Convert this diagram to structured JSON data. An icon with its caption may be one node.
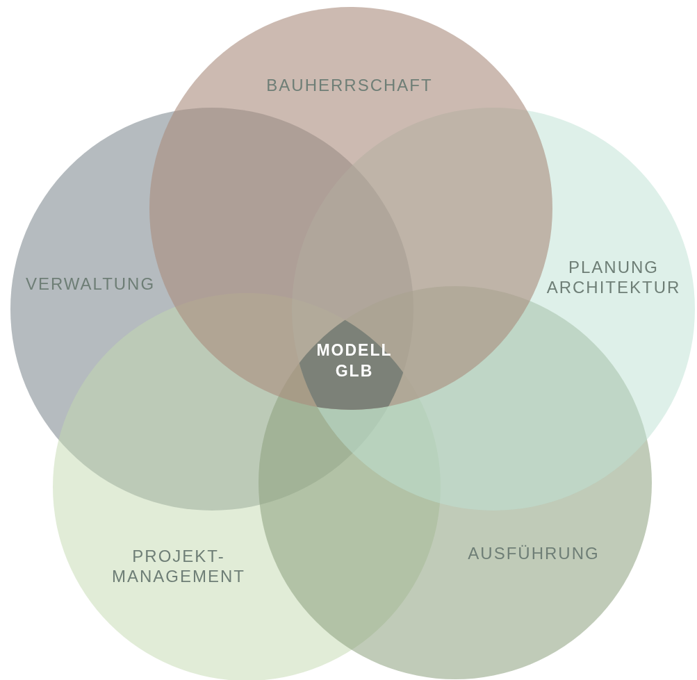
{
  "diagram": {
    "nodes": [
      {
        "text": [
          "BAUHERRSCHAFT"
        ]
      },
      {
        "text": [
          "VERWALTUNG"
        ]
      },
      {
        "text": [
          "PLANUNG ARCHITEKTUR"
        ]
      },
      {
        "text": [
          "MODELL GLB"
        ]
      },
      {
        "text": [
          "PROJEKT- MANAGEMENT"
        ]
      },
      {
        "text": [
          "AUSFÜHRUNG"
        ]
      }
    ]
  }
}
